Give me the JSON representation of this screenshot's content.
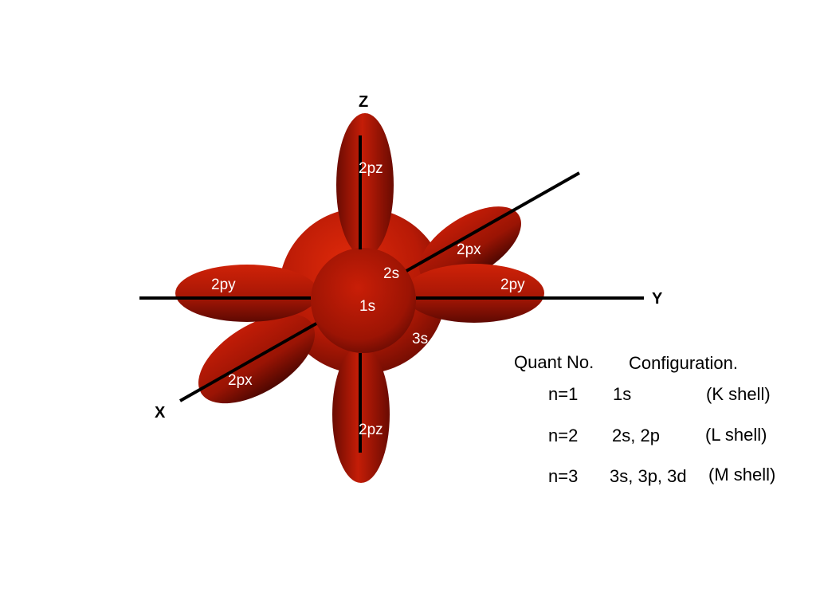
{
  "diagram": {
    "axes": {
      "z": "Z",
      "y": "Y",
      "x": "X"
    },
    "orbitals": {
      "pz_top": "2pz",
      "pz_bottom": "2pz",
      "py_left": "2py",
      "py_right": "2py",
      "px_back": "2px",
      "px_front": "2px",
      "s2": "2s",
      "s1": "1s",
      "s3": "3s"
    },
    "colors": {
      "lobe": "#b81a06",
      "lobe_dark": "#5a0a02",
      "axis": "#000000",
      "text": "#ffffff"
    }
  },
  "table": {
    "headers": {
      "quant": "Quant No.",
      "config": "Configuration."
    },
    "rows": [
      {
        "n": "n=1",
        "config": "1s",
        "shell": "(K shell)"
      },
      {
        "n": "n=2",
        "config": "2s, 2p",
        "shell": "(L shell)"
      },
      {
        "n": "n=3",
        "config": "3s, 3p, 3d",
        "shell": "(M shell)"
      }
    ]
  }
}
